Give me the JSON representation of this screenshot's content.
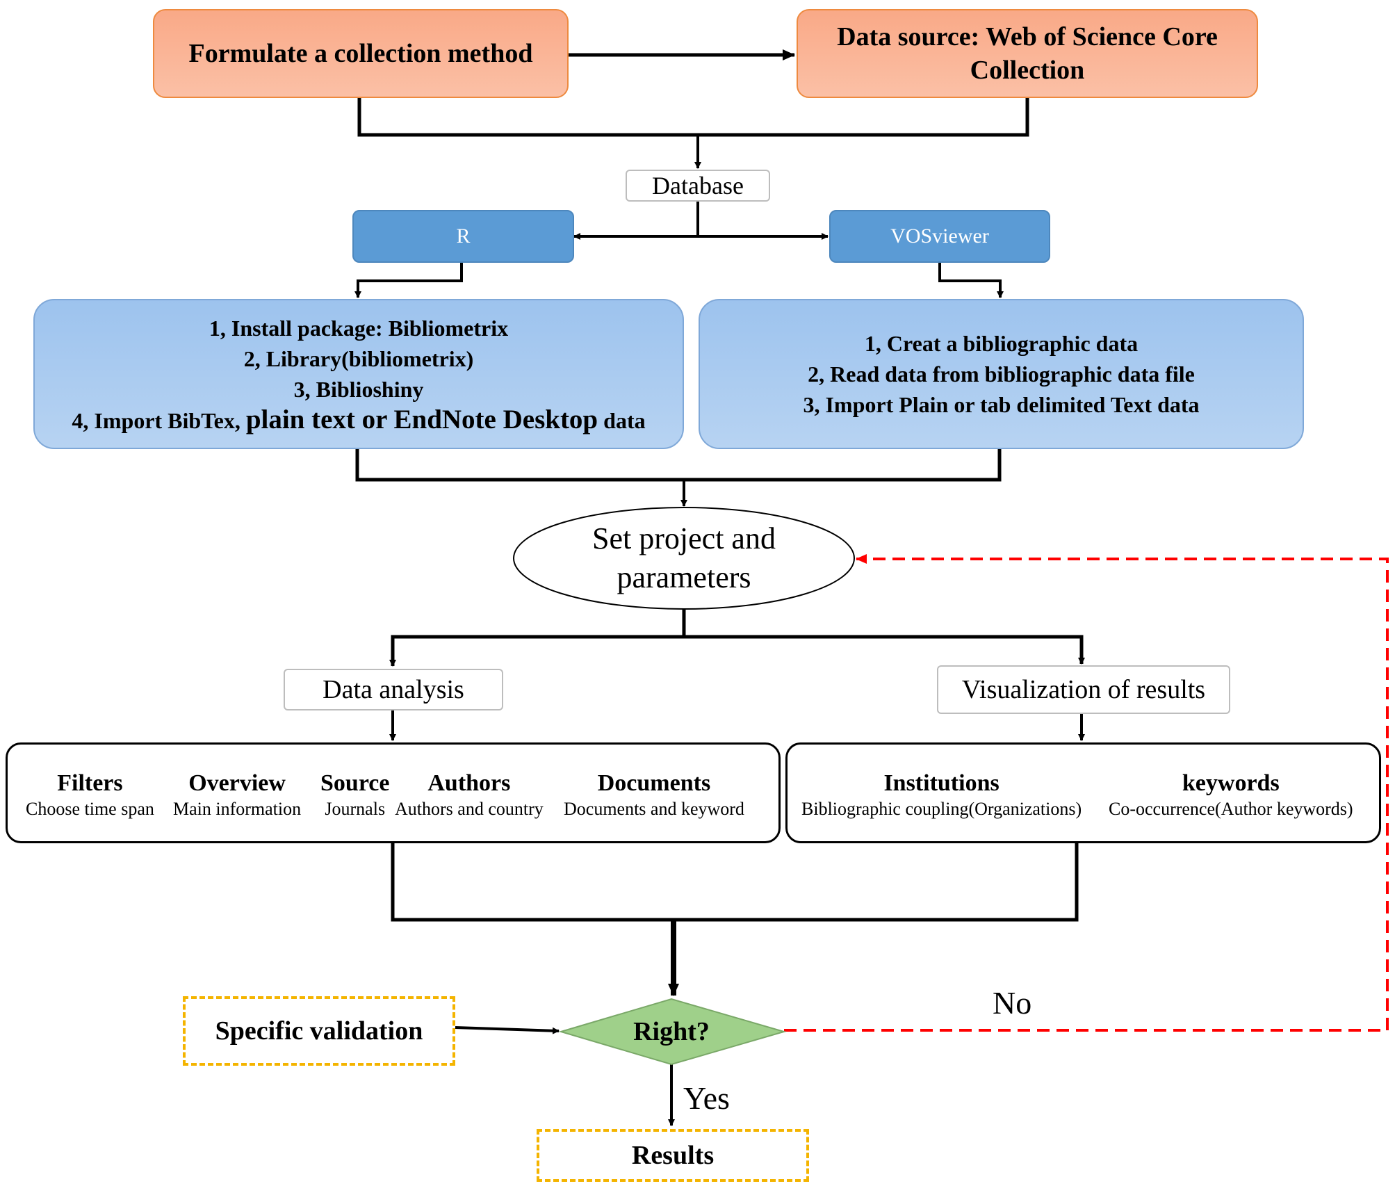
{
  "nodes": {
    "formulate": "Formulate a collection method",
    "data_source": [
      "Data source: Web of Science Core",
      "Collection"
    ],
    "database": "Database",
    "r": "R",
    "vosviewer": "VOSviewer",
    "r_steps": [
      "1, Install package: Bibliometrix",
      "2, Library(bibliometrix)",
      "3, Biblioshiny"
    ],
    "r_step4": {
      "a": "4, Import BibTex, ",
      "b": "plain text or EndNote Desktop",
      "c": " data"
    },
    "vos_steps": [
      "1, Creat a bibliographic data",
      "2, Read data from bibliographic data file",
      "3, Import Plain or tab delimited Text data"
    ],
    "set_project": [
      "Set project and",
      "parameters"
    ],
    "data_analysis": "Data analysis",
    "visualization": "Visualization of  results",
    "analysis_items": [
      {
        "heading": "Filters",
        "sub": "Choose time  span"
      },
      {
        "heading": "Overview",
        "sub": "Main information"
      },
      {
        "heading": "Source",
        "sub": "Journals"
      },
      {
        "heading": "Authors",
        "sub": "Authors and country"
      },
      {
        "heading": "Documents",
        "sub": "Documents and keyword"
      }
    ],
    "visual_items": [
      {
        "heading": "Institutions",
        "sub": "Bibliographic coupling(Organizations)"
      },
      {
        "heading": "keywords",
        "sub": "Co-occurrence(Author keywords)"
      }
    ],
    "specific_validation": "Specific validation",
    "right": "Right?",
    "results": "Results"
  },
  "edge_labels": {
    "no": "No",
    "yes": "Yes"
  },
  "colors": {
    "orange_fill": "#fbb89a",
    "orange_border": "#ee8a3f",
    "blue_button": "#5b9bd5",
    "blue_panel": "#a9cbef",
    "diamond_fill": "#9fd08a",
    "dashed_yellow": "#f4b400",
    "feedback_red": "#ff0000"
  }
}
